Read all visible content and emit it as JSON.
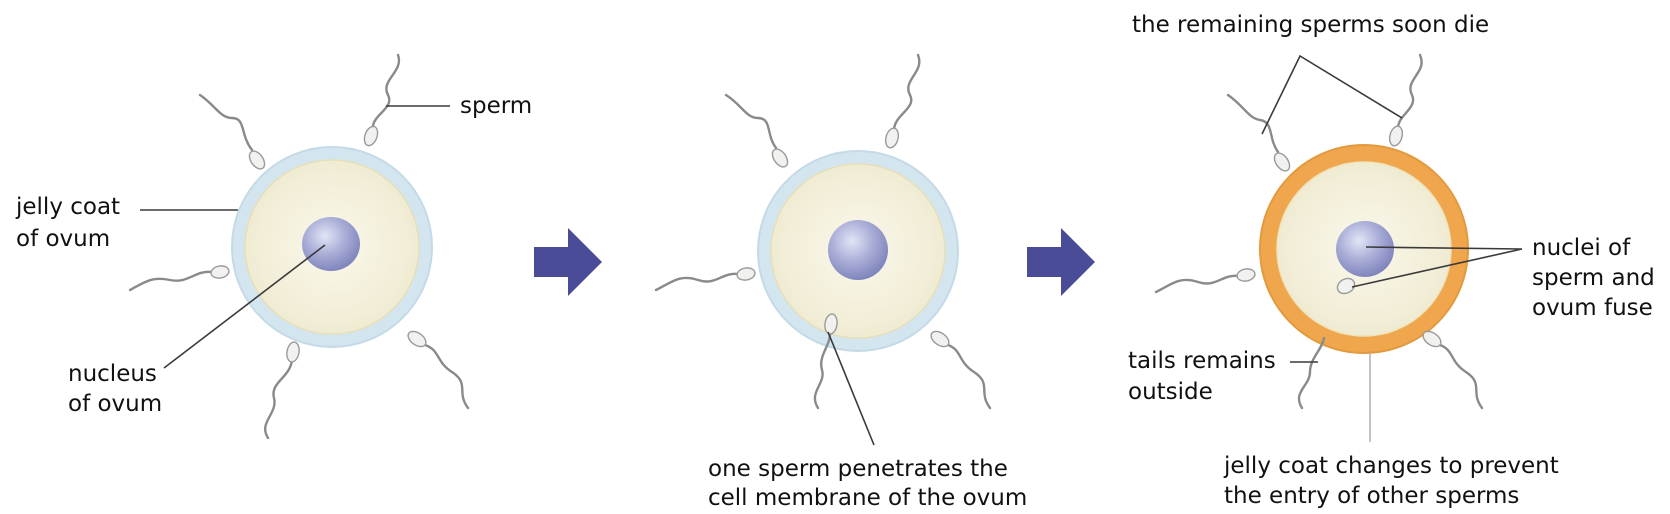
{
  "labels": {
    "sperm": "sperm",
    "jelly_coat_1": "jelly coat",
    "jelly_coat_2": "of ovum",
    "nucleus_1": "nucleus",
    "nucleus_2": "of ovum",
    "penetrates_1": "one sperm penetrates the",
    "penetrates_2": "cell membrane of the ovum",
    "remaining": "the remaining sperms soon die",
    "nuclei_1": "nuclei of",
    "nuclei_2": "sperm and",
    "nuclei_3": "ovum fuse",
    "tails_1": "tails remains",
    "tails_2": "outside",
    "jelly_change_1": "jelly coat changes to prevent",
    "jelly_change_2": "the entry of other sperms"
  },
  "colors": {
    "jelly_coat": "#d3e5ee",
    "jelly_coat_changed": "#f0a64c",
    "cytoplasm": "#f7f4e4",
    "nucleus": "#9da3cf",
    "arrow": "#4a4c98",
    "sperm_tail": "#8a8a8a"
  },
  "icons": {
    "step_arrow": "right-arrow-icon"
  }
}
